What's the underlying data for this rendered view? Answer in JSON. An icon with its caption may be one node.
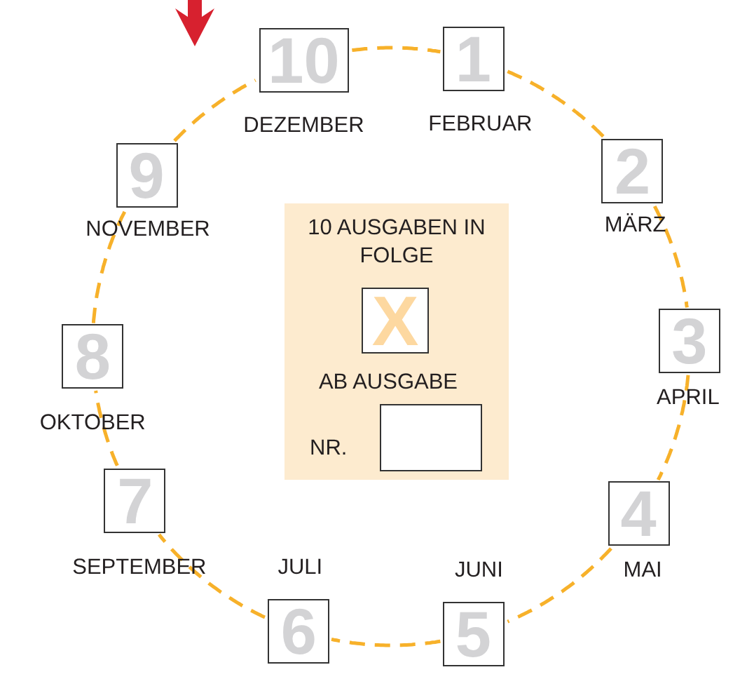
{
  "diagram": {
    "nodes": [
      {
        "text": [
          "10"
        ],
        "beside": [
          "DEZEMBER"
        ]
      },
      {
        "text": [
          "1"
        ],
        "beside": [
          "FEBRUAR"
        ]
      },
      {
        "text": [
          "2"
        ],
        "beside": [
          "MÄRZ"
        ]
      },
      {
        "text": [
          "3"
        ],
        "beside": [
          "APRIL"
        ]
      },
      {
        "text": [
          "4"
        ],
        "beside": [
          "MAI"
        ]
      },
      {
        "text": [
          "5"
        ],
        "beside": [
          "JUNI"
        ]
      },
      {
        "text": [
          "6"
        ],
        "beside": [
          "JULI"
        ]
      },
      {
        "text": [
          "7"
        ],
        "beside": [
          "SEPTEMBER"
        ]
      },
      {
        "text": [
          "8"
        ],
        "beside": [
          "OKTOBER"
        ]
      },
      {
        "text": [
          "9"
        ],
        "beside": [
          "NOVEMBER"
        ]
      },
      {
        "text": [
          "10 AUSGABEN IN FOLGE",
          "AB AUSGABE",
          "NR."
        ]
      },
      {
        "text": [
          "X"
        ],
        "in": 10
      },
      {
        "text": [],
        "shape": "box",
        "in": 10
      }
    ],
    "edges": [
      {
        "from": 0,
        "to": 1,
        "arrow": "none",
        "style": "dashed"
      },
      {
        "from": 1,
        "to": 2,
        "arrow": "none",
        "style": "dashed"
      },
      {
        "from": 2,
        "to": 3,
        "arrow": "none",
        "style": "dashed"
      },
      {
        "from": 3,
        "to": 4,
        "arrow": "none",
        "style": "dashed"
      },
      {
        "from": 4,
        "to": 5,
        "arrow": "none",
        "style": "dashed"
      },
      {
        "from": 5,
        "to": 6,
        "arrow": "none",
        "style": "dashed"
      },
      {
        "from": 6,
        "to": 7,
        "arrow": "none",
        "style": "dashed"
      },
      {
        "from": 7,
        "to": 8,
        "arrow": "none",
        "style": "dashed"
      },
      {
        "from": 8,
        "to": 9,
        "arrow": "none",
        "style": "dashed"
      },
      {
        "from": 9,
        "to": 0,
        "arrow": "none",
        "style": "dashed"
      }
    ]
  }
}
